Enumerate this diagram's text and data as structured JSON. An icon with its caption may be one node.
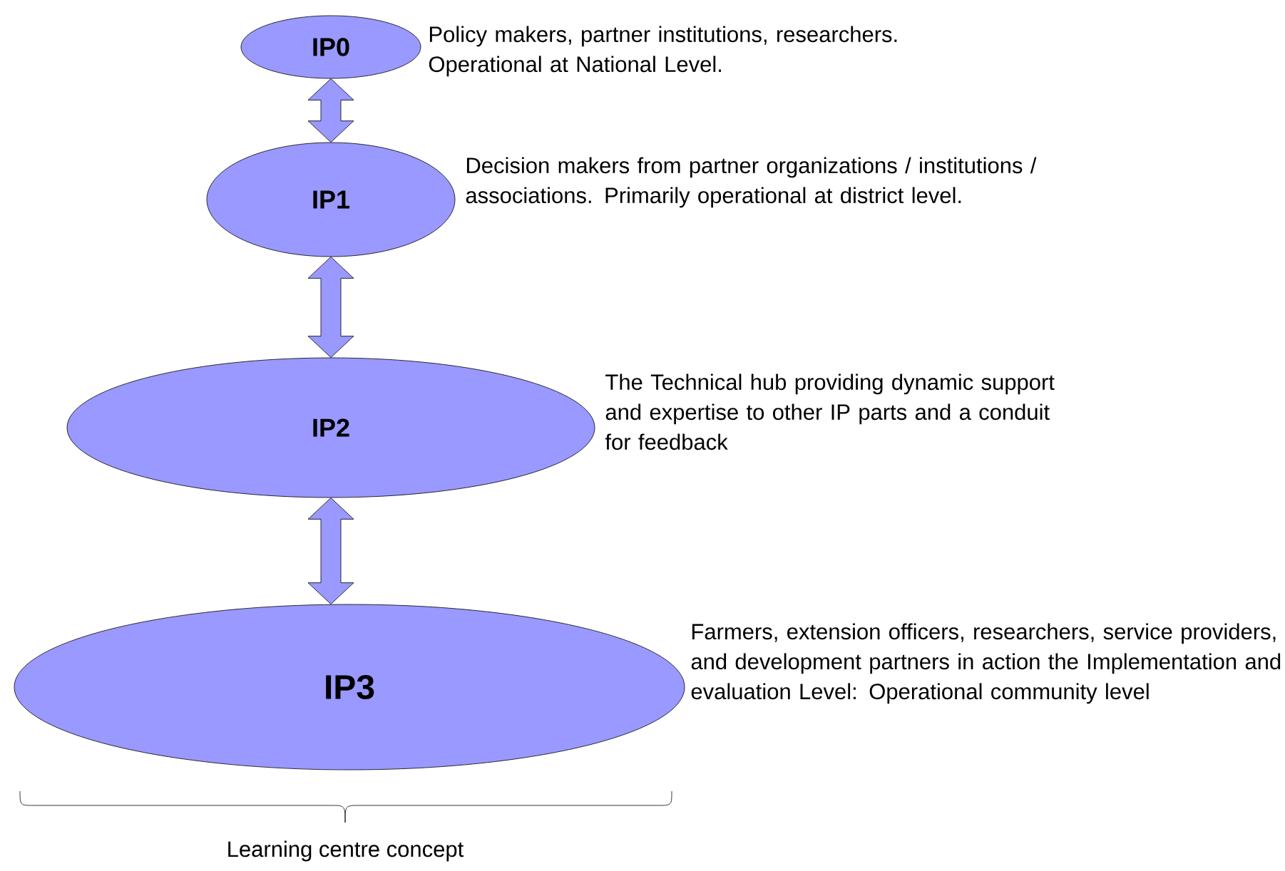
{
  "diagram": {
    "nodes": [
      {
        "text": [
          "IP0"
        ],
        "beside": [
          "Policy makers, partner institutions, researchers. Operational at National Level."
        ]
      },
      {
        "text": [
          "IP1"
        ],
        "beside": [
          "Decision makers  from partner organizations / institutions / associations. Primarily operational at district level."
        ]
      },
      {
        "text": [
          "IP2"
        ],
        "beside": [
          "The Technical hub providing dynamic support and expertise to other  IP parts and a conduit for feedback"
        ]
      },
      {
        "text": [
          "IP3"
        ],
        "beside": [
          "Farmers, extension officers, researchers, service providers, and development partners in action the Implementation  and evaluation Level: Operational community level"
        ]
      }
    ],
    "edges": [
      {
        "from": 0,
        "to": 1,
        "arrow": "both"
      },
      {
        "from": 1,
        "to": 2,
        "arrow": "both"
      },
      {
        "from": 2,
        "to": 3,
        "arrow": "both"
      }
    ],
    "labels": [
      "Learning centre concept"
    ]
  }
}
